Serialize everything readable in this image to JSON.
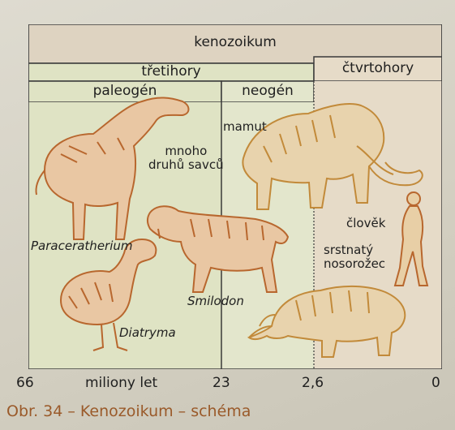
{
  "header": {
    "era": "kenozoikum",
    "period_tertiary": "třetihory",
    "period_quaternary": "čtvrtohory",
    "epoch_paleogene": "paleogén",
    "epoch_neogene": "neogén"
  },
  "labels": {
    "many_mammals": "mnoho\ndruhů savců",
    "mammoth": "mamut",
    "human": "člověk",
    "woolly_rhino": "srstnatý\nnosorožec",
    "paraceratherium": "Paraceratherium",
    "smilodon": "Smilodon",
    "diatryma": "Diatryma"
  },
  "axis": {
    "ticks": [
      "66",
      "23",
      "2,6",
      "0"
    ],
    "unit_label": "miliony let"
  },
  "caption": "Obr. 34 – Kenozoikum – schéma",
  "colors": {
    "header_fill": "#ded3c1",
    "paleogene_fill": "#dfe3c4",
    "neogene_fill": "#e3e6cc",
    "quaternary_fill": "#e6dbc8",
    "line": "#3a3a3a",
    "animal_stroke": "#b8672e",
    "animal_fill": "#e9c7a3",
    "mammoth_stroke": "#c28a3a",
    "caption_color": "#9a5a2a"
  }
}
